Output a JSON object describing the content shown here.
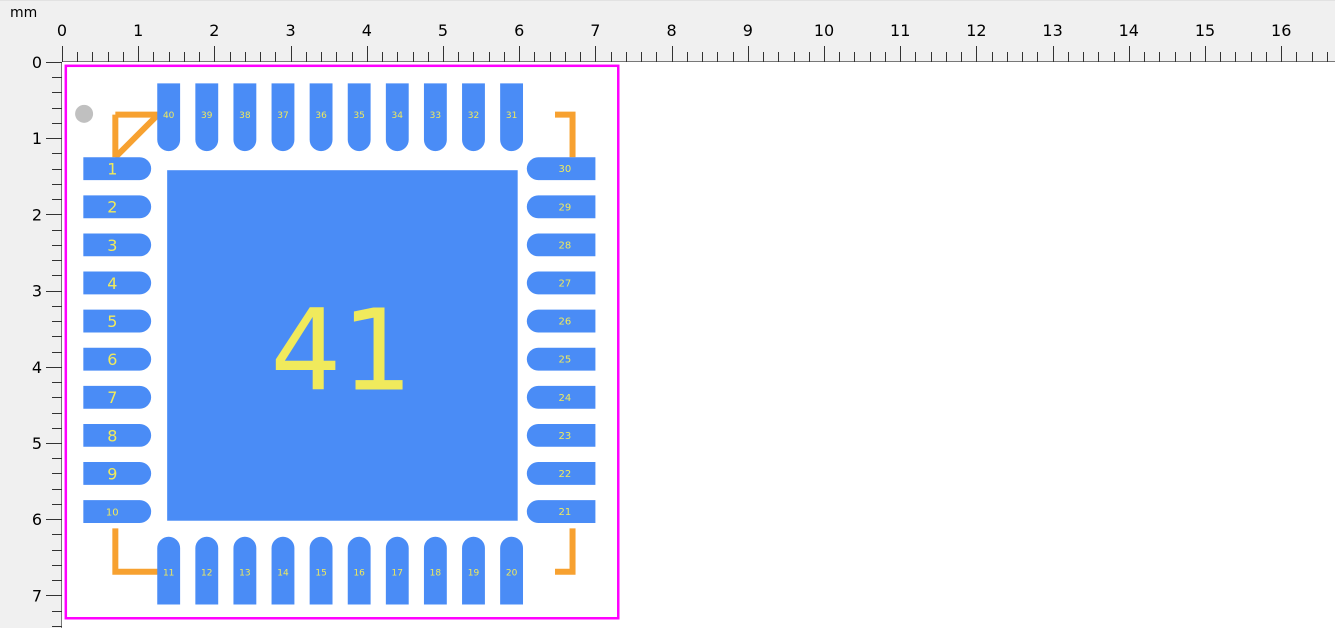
{
  "ruler": {
    "unit": "mm",
    "x_labels": [
      "0",
      "1",
      "2",
      "3",
      "4",
      "5",
      "6",
      "7",
      "8",
      "9",
      "10",
      "11",
      "12",
      "13",
      "14",
      "15",
      "16"
    ],
    "y_labels": [
      "0",
      "1",
      "2",
      "3",
      "4",
      "5",
      "6",
      "7"
    ]
  },
  "footprint": {
    "left_pins": [
      "1",
      "2",
      "3",
      "4",
      "5",
      "6",
      "7",
      "8",
      "9",
      "10"
    ],
    "bottom_pins": [
      "11",
      "12",
      "13",
      "14",
      "15",
      "16",
      "17",
      "18",
      "19",
      "20"
    ],
    "right_pins": [
      "21",
      "22",
      "23",
      "24",
      "25",
      "26",
      "27",
      "28",
      "29",
      "30"
    ],
    "top_pins": [
      "31",
      "32",
      "33",
      "34",
      "35",
      "36",
      "37",
      "38",
      "39",
      "40"
    ],
    "thermal_pad": "41"
  },
  "colors": {
    "ruler_bg": "#f0f0f0",
    "pad": "#4a8cf6",
    "silkscreen": "#f7a130",
    "courtyard": "#ff00ff",
    "label": "#f0ea5c",
    "pin1_marker": "#c0c0c0"
  }
}
